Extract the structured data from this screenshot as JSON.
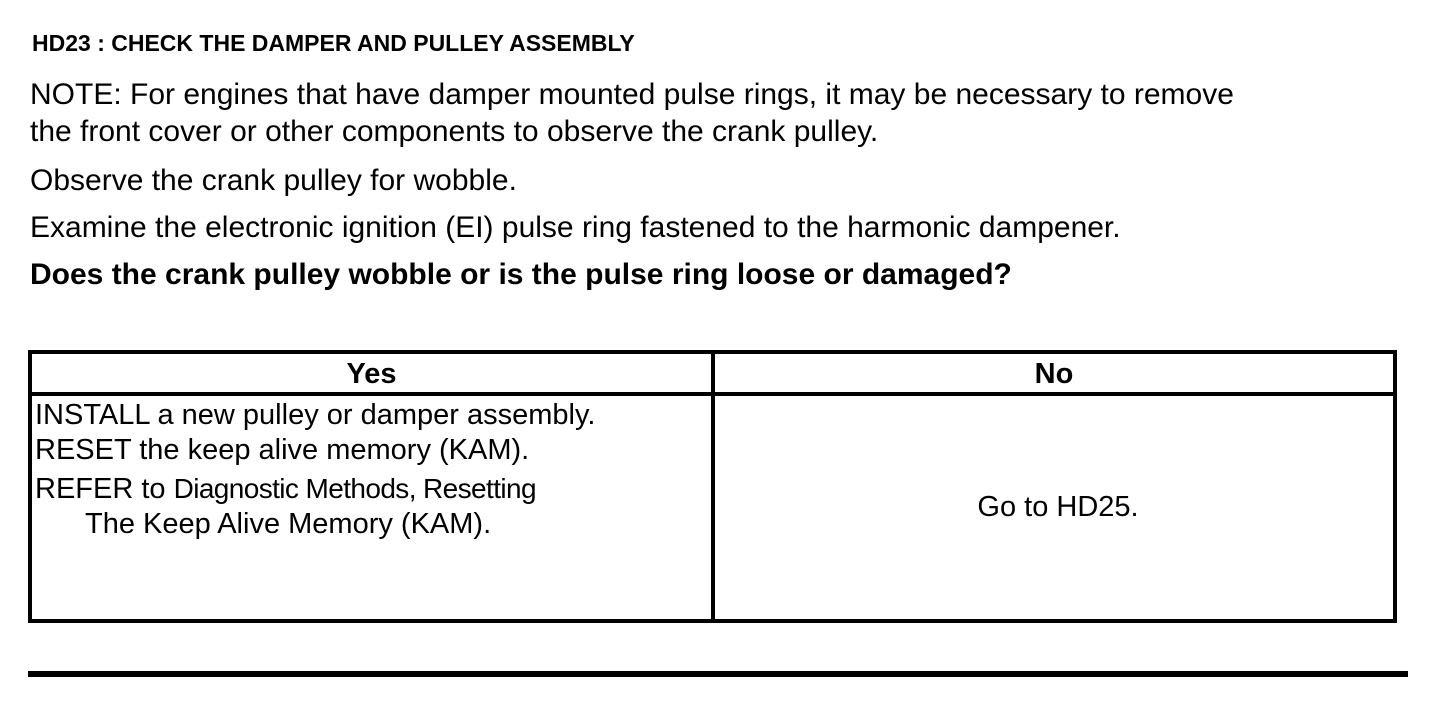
{
  "step": {
    "heading": "HD23 : CHECK THE DAMPER AND PULLEY ASSEMBLY",
    "note_line1": "NOTE: For engines that have damper mounted pulse rings, it may be necessary to remove",
    "note_line2": "the front cover or other components to observe the crank pulley.",
    "observe": "Observe the crank pulley for wobble.",
    "examine": "Examine the electronic ignition (EI) pulse ring fastened to the harmonic dampener.",
    "question": "Does the crank pulley wobble or is the pulse ring loose or damaged?"
  },
  "table": {
    "yes_header": "Yes",
    "no_header": "No",
    "yes_lines": {
      "install": "INSTALL a new pulley or damper assembly.",
      "reset": "RESET the keep alive memory (KAM).",
      "refer_prefix": "REFER to",
      "refer_ref_line1": "Diagnostic Methods, Resetting",
      "refer_ref_line2": "The Keep  Alive Memory (KAM)."
    },
    "no_action": "Go to HD25."
  }
}
